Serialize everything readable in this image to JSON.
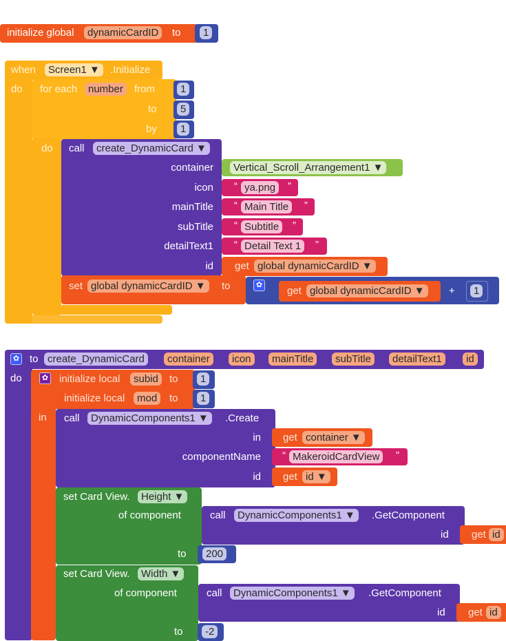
{
  "init_global": {
    "label": "initialize global",
    "name": "dynamicCardID",
    "to": "to",
    "value": "1"
  },
  "when": {
    "label": "when",
    "component": "Screen1 ▼",
    "event": ".Initialize",
    "do": "do",
    "for_each": {
      "label": "for each",
      "var": "number",
      "from": "from",
      "from_val": "1",
      "to": "to",
      "to_val": "5",
      "by": "by",
      "by_val": "1",
      "do": "do"
    },
    "call": {
      "label": "call",
      "proc": "create_DynamicCard ▼",
      "args": [
        {
          "name": "container",
          "value": "Vertical_Scroll_Arrangement1 ▼"
        },
        {
          "name": "icon",
          "value": "ya.png"
        },
        {
          "name": "mainTitle",
          "value": "Main Title"
        },
        {
          "name": "subTitle",
          "value": "Subtitle"
        },
        {
          "name": "detailText1",
          "value": "Detail Text 1"
        },
        {
          "name": "id",
          "get": "get",
          "value": "global dynamicCardID ▼"
        }
      ]
    },
    "set": {
      "label": "set",
      "var": "global dynamicCardID ▼",
      "to": "to",
      "get": "get",
      "get_var": "global dynamicCardID ▼",
      "op": "+",
      "num": "1"
    }
  },
  "proc": {
    "to": "to",
    "name": "create_DynamicCard",
    "params": [
      "container",
      "icon",
      "mainTitle",
      "subTitle",
      "detailText1",
      "id"
    ],
    "do": "do",
    "local1": {
      "label": "initialize local",
      "name": "subid",
      "to": "to",
      "value": "1"
    },
    "local2": {
      "label": "initialize local",
      "name": "mod",
      "to": "to",
      "value": "1"
    },
    "in": "in",
    "create": {
      "call": "call",
      "component": "DynamicComponents1 ▼",
      "method": ".Create",
      "in": "in",
      "get": "get",
      "in_val": "container ▼",
      "componentName": "componentName",
      "cn_val": "MakeroidCardView",
      "id": "id",
      "id_val": "id ▼"
    },
    "set_height": {
      "set": "set Card View.",
      "prop": "Height ▼",
      "of": "of component",
      "call": "call",
      "component": "DynamicComponents1 ▼",
      "method": ".GetComponent",
      "id": "id",
      "get": "get",
      "get_val": "id",
      "to": "to",
      "value": "200"
    },
    "set_width": {
      "set": "set Card View.",
      "prop": "Width ▼",
      "of": "of component",
      "call": "call",
      "component": "DynamicComponents1 ▼",
      "method": ".GetComponent",
      "id": "id",
      "get": "get",
      "get_val": "id",
      "to": "to",
      "value": "-2"
    }
  },
  "quote": "“",
  "quote_close": "”"
}
